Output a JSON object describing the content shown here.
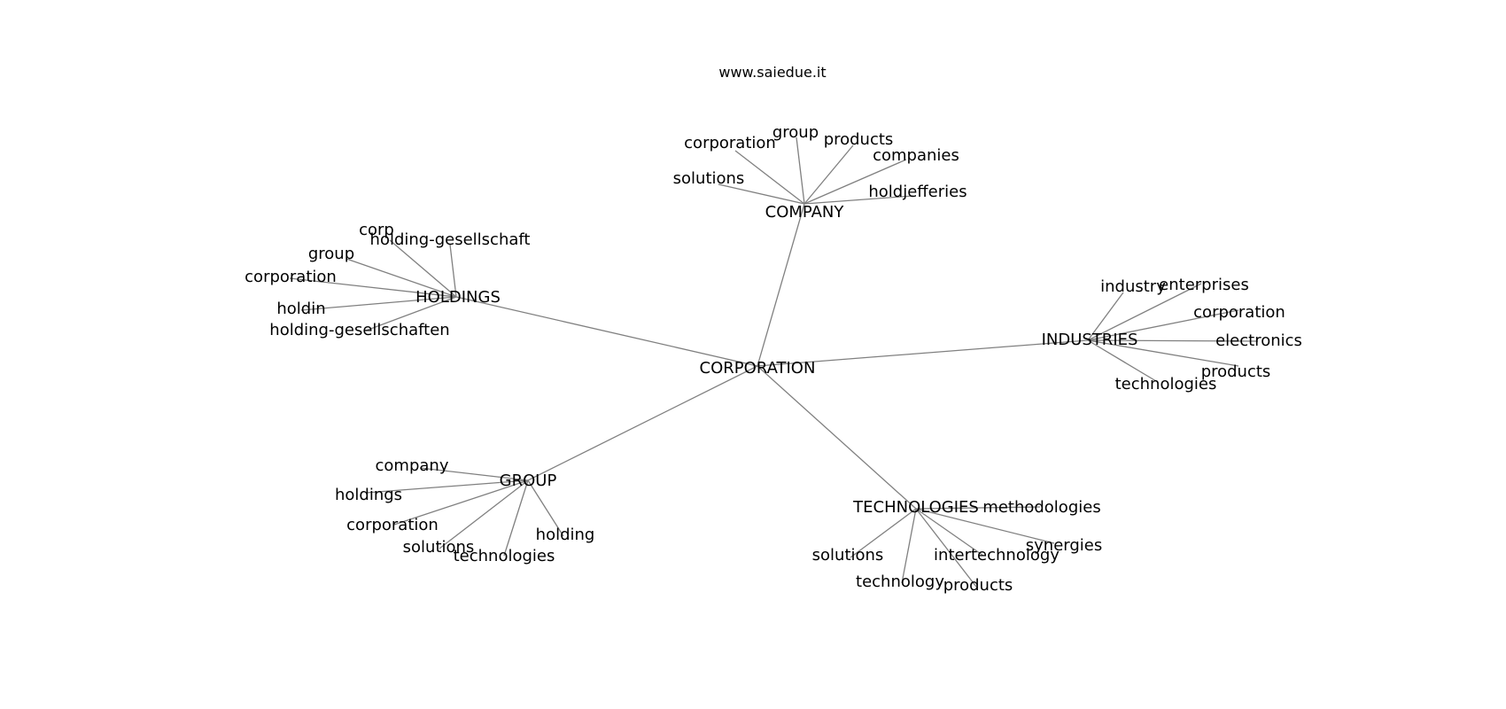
{
  "watermark": "www.saiedue.it",
  "colors": {
    "edge": "#808080",
    "text": "#000000",
    "background": "#ffffff"
  },
  "graph": {
    "root": "CORPORATION",
    "hubs": [
      {
        "label": "COMPANY",
        "leaves": [
          "corporation",
          "group",
          "products",
          "companies",
          "solutions",
          "holdjefferies"
        ]
      },
      {
        "label": "HOLDINGS",
        "leaves": [
          "corp",
          "holding-gesellschaft",
          "group",
          "corporation",
          "holdin",
          "holding-gesellschaften"
        ]
      },
      {
        "label": "INDUSTRIES",
        "leaves": [
          "industry",
          "enterprises",
          "corporation",
          "electronics",
          "products",
          "technologies"
        ]
      },
      {
        "label": "GROUP",
        "leaves": [
          "company",
          "holdings",
          "corporation",
          "solutions",
          "technologies",
          "holding"
        ]
      },
      {
        "label": "TECHNOLOGIES",
        "leaves": [
          "methodologies",
          "synergies",
          "intertechnology",
          "solutions",
          "technology",
          "products"
        ]
      }
    ]
  }
}
